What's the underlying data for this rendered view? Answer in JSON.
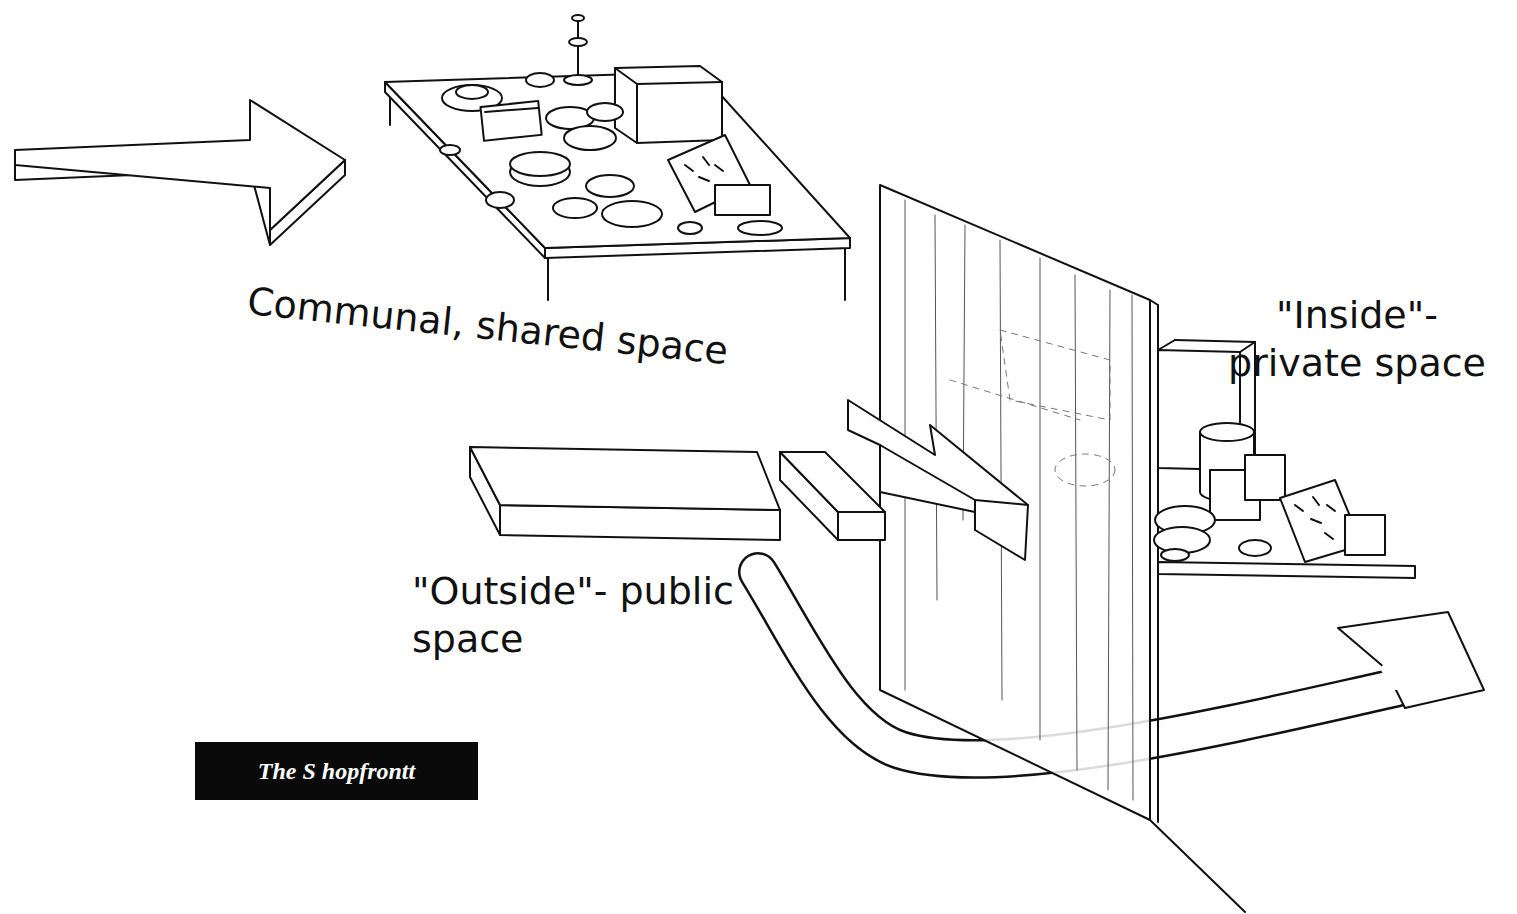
{
  "diagram": {
    "caption": "The S hopfrontt",
    "labels": [
      "Communal, shared space",
      "\"Outside\"- public space",
      "\"Inside\"- private space"
    ]
  }
}
